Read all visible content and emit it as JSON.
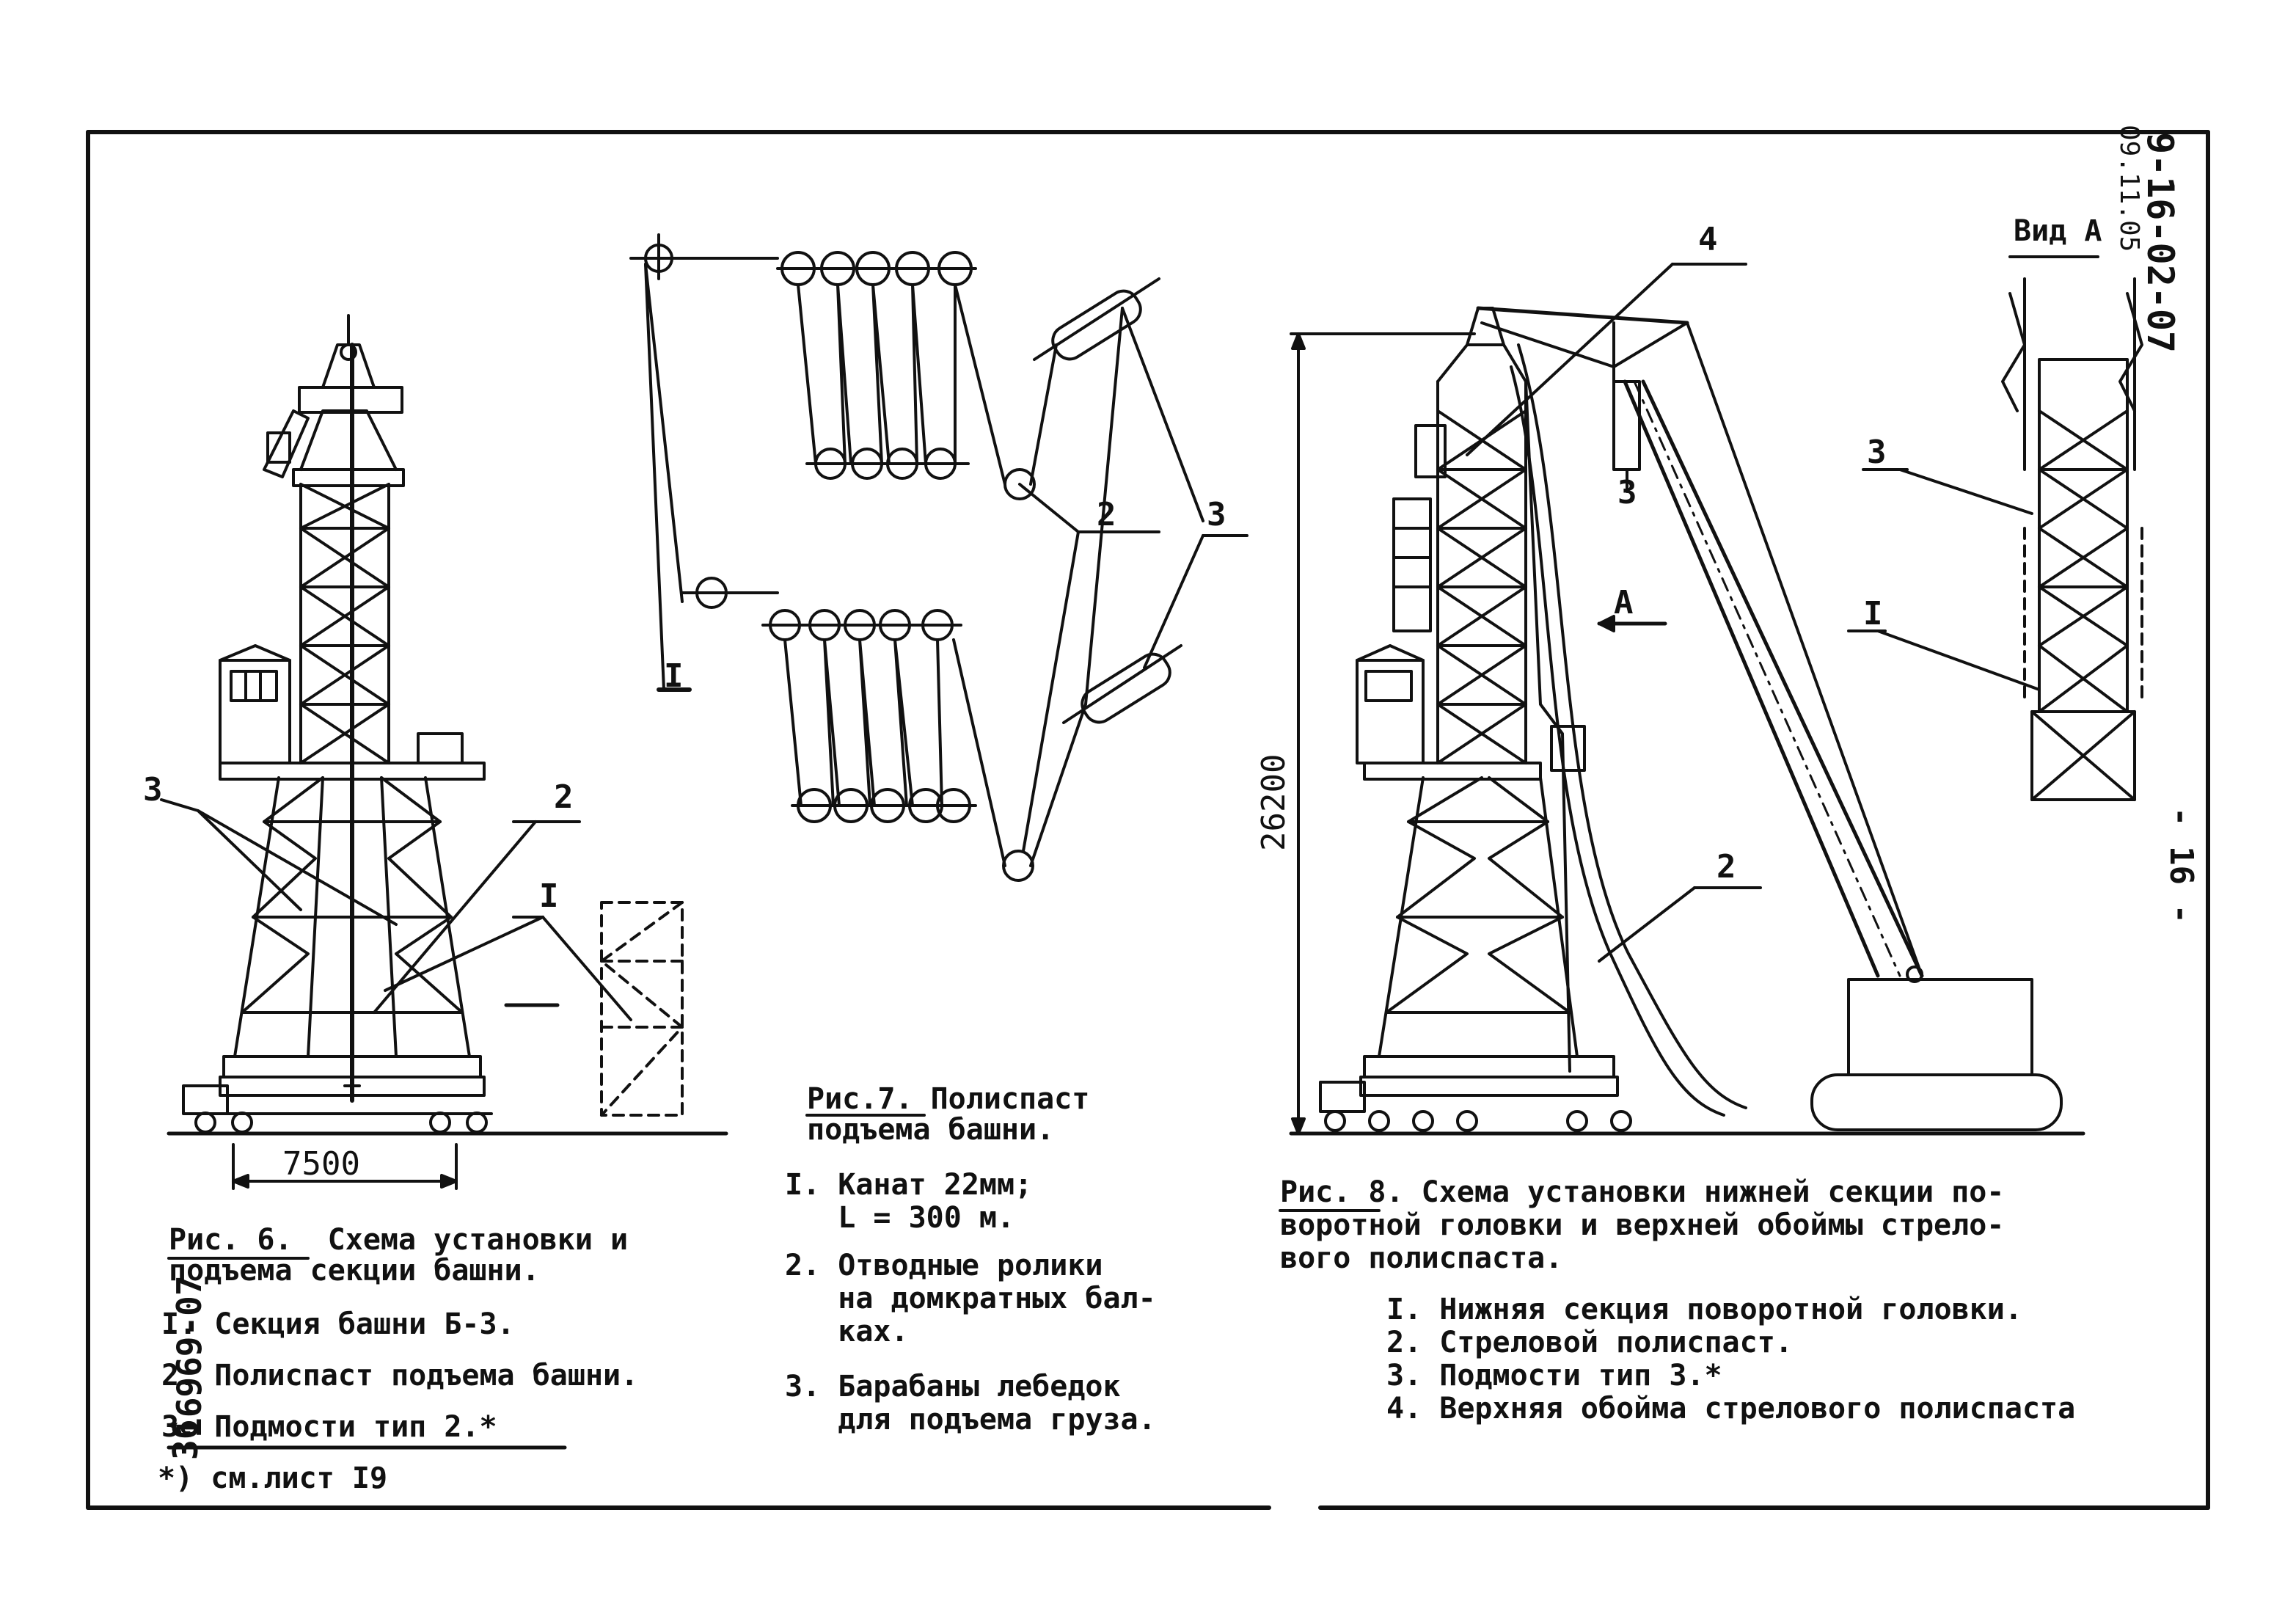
{
  "sheet": {
    "code": "9-16-02-07",
    "code_sub": "09.11.05",
    "page_no": "- 16 -",
    "left_margin_code": "16969-07",
    "left_margin_sheet": "36"
  },
  "fig6": {
    "caption_prefix": "Рис. 6.",
    "caption_rest": "Схема установки и",
    "caption_line2": "подъема секции башни.",
    "items": [
      "I. Секция башни Б-3.",
      "2. Полиспаст подъема башни.",
      "3. Подмости тип 2.*"
    ],
    "footnote": "*) см.лист I9",
    "dim_width": "7500",
    "label_1": "I",
    "label_2": "2",
    "label_3": "3"
  },
  "fig7": {
    "caption_line1": "Рис.7. Полиспаст",
    "caption_line2": "подъема башни.",
    "items": [
      [
        "I. Канат  22мм;",
        "   L = 300 м."
      ],
      [
        "2. Отводные ролики",
        "   на домкратных бал-",
        "   ках."
      ],
      [
        "3. Барабаны  лебедок",
        "   для подъема груза."
      ]
    ],
    "label_1": "I",
    "label_2": "2",
    "label_3": "3"
  },
  "fig8": {
    "caption_line1": "Рис. 8. Схема  установки нижней секции по-",
    "caption_line2": "воротной головки и верхней обоймы стрело-",
    "caption_line3": "вого полиспаста.",
    "items": [
      "I. Нижняя секция поворотной головки.",
      "2. Стреловой полиспаст.",
      "3. Подмости тип 3.*",
      "4. Верхняя обойма стрелового полиспаста"
    ],
    "dim_height": "26200",
    "view_label": "Вид А",
    "arrow_label": "А",
    "label_1": "I",
    "label_2": "2",
    "label_3": "3",
    "label_4": "4"
  }
}
